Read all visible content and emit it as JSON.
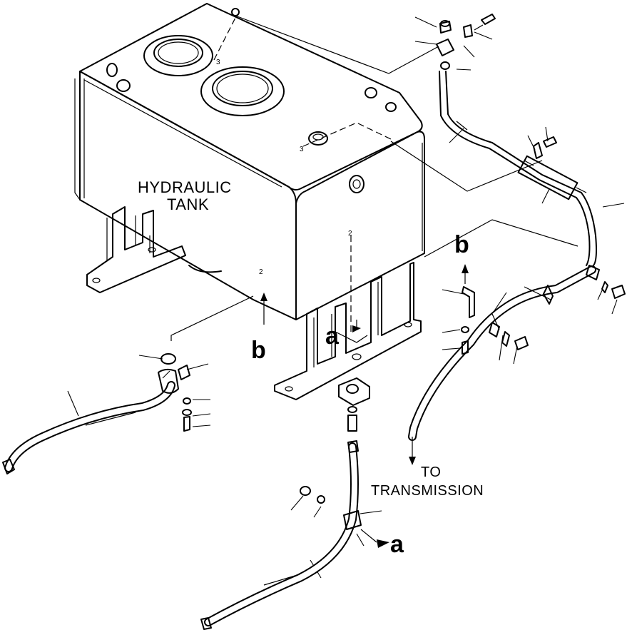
{
  "labels": {
    "tank_title_line1": "HYDRAULIC",
    "tank_title_line2": "TANK",
    "ref_a_upper": "a",
    "ref_a_lower": "a",
    "ref_b_upper": "b",
    "ref_b_lower": "b",
    "to_line1": "TO",
    "to_line2": "TRANSMISSION"
  },
  "colors": {
    "ink": "#000000",
    "paper": "#ffffff"
  }
}
